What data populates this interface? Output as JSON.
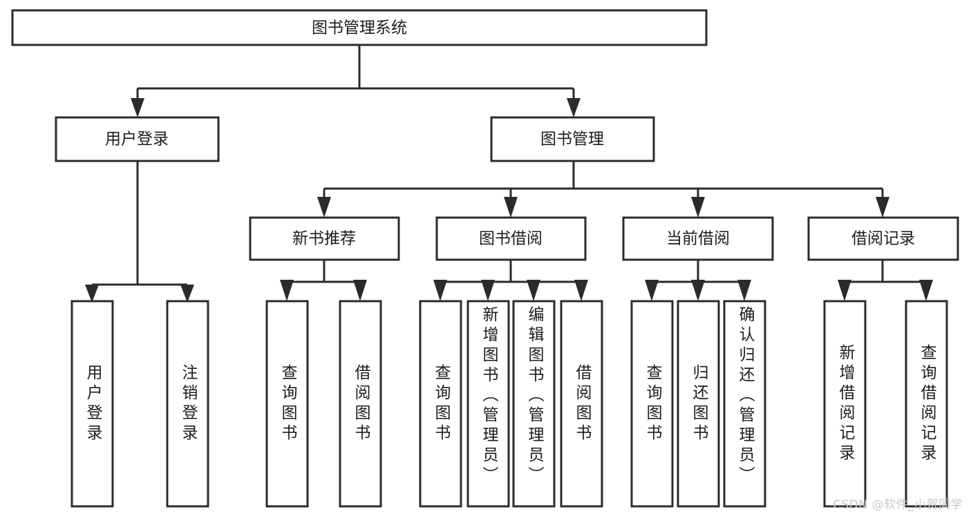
{
  "diagram": {
    "type": "tree",
    "title": "图书管理系统",
    "watermark": "CSDN @软件_小贺同学",
    "colors": {
      "box_stroke": "#2b2b2b",
      "box_fill": "#ffffff",
      "text": "#1c1c1c",
      "background": "#ffffff",
      "watermark": "#c8c8c8"
    },
    "nodes": {
      "root": {
        "label": "图书管理系统",
        "level": 0
      },
      "l1": [
        {
          "id": "user-login",
          "label": "用户登录"
        },
        {
          "id": "book-manage",
          "label": "图书管理"
        }
      ],
      "l2": [
        {
          "id": "new-book-recommend",
          "label": "新书推荐",
          "parent": "book-manage"
        },
        {
          "id": "book-borrow",
          "label": "图书借阅",
          "parent": "book-manage"
        },
        {
          "id": "current-borrow",
          "label": "当前借阅",
          "parent": "book-manage"
        },
        {
          "id": "borrow-record",
          "label": "借阅记录",
          "parent": "book-manage"
        }
      ],
      "leaves": [
        {
          "id": "leaf-user-login",
          "label": "用户登录",
          "parent": "user-login"
        },
        {
          "id": "leaf-logout",
          "label": "注销登录",
          "parent": "user-login"
        },
        {
          "id": "leaf-query-book-1",
          "label": "查询图书",
          "parent": "new-book-recommend"
        },
        {
          "id": "leaf-borrow-book-1",
          "label": "借阅图书",
          "parent": "new-book-recommend"
        },
        {
          "id": "leaf-query-book-2",
          "label": "查询图书",
          "parent": "book-borrow"
        },
        {
          "id": "leaf-add-book",
          "label": "新增图书（管理员）",
          "parent": "book-borrow"
        },
        {
          "id": "leaf-edit-book",
          "label": "编辑图书（管理员）",
          "parent": "book-borrow"
        },
        {
          "id": "leaf-borrow-book-2",
          "label": "借阅图书",
          "parent": "book-borrow"
        },
        {
          "id": "leaf-query-book-3",
          "label": "查询图书",
          "parent": "current-borrow"
        },
        {
          "id": "leaf-return-book",
          "label": "归还图书",
          "parent": "current-borrow"
        },
        {
          "id": "leaf-confirm-return",
          "label": "确认归还（管理员）",
          "parent": "current-borrow"
        },
        {
          "id": "leaf-add-record",
          "label": "新增借阅记录",
          "parent": "borrow-record"
        },
        {
          "id": "leaf-query-record",
          "label": "查询借阅记录",
          "parent": "borrow-record"
        }
      ]
    }
  }
}
